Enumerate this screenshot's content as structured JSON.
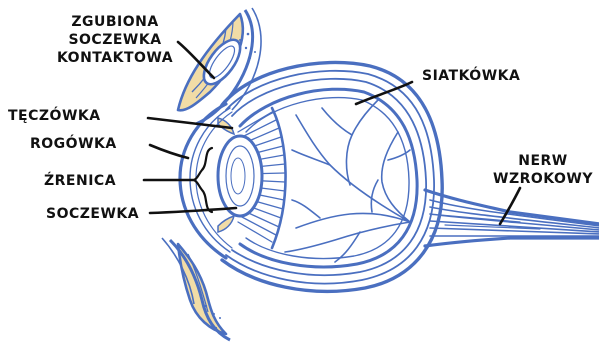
{
  "labels": {
    "contact_lens_1": "ZGUBIONA",
    "contact_lens_2": "SOCZEWKA",
    "contact_lens_3": "KONTAKTOWA",
    "iris": "TĘCZÓWKA",
    "cornea": "ROGÓWKA",
    "pupil": "ŹRENICA",
    "lens": "SOCZEWKA",
    "retina": "SIATKÓWKA",
    "optic_nerve_1": "NERW",
    "optic_nerve_2": "WZROKOWY"
  },
  "colors": {
    "outline": "#4a6fc0",
    "tissue": "#f1dca6",
    "ink": "#111111"
  }
}
